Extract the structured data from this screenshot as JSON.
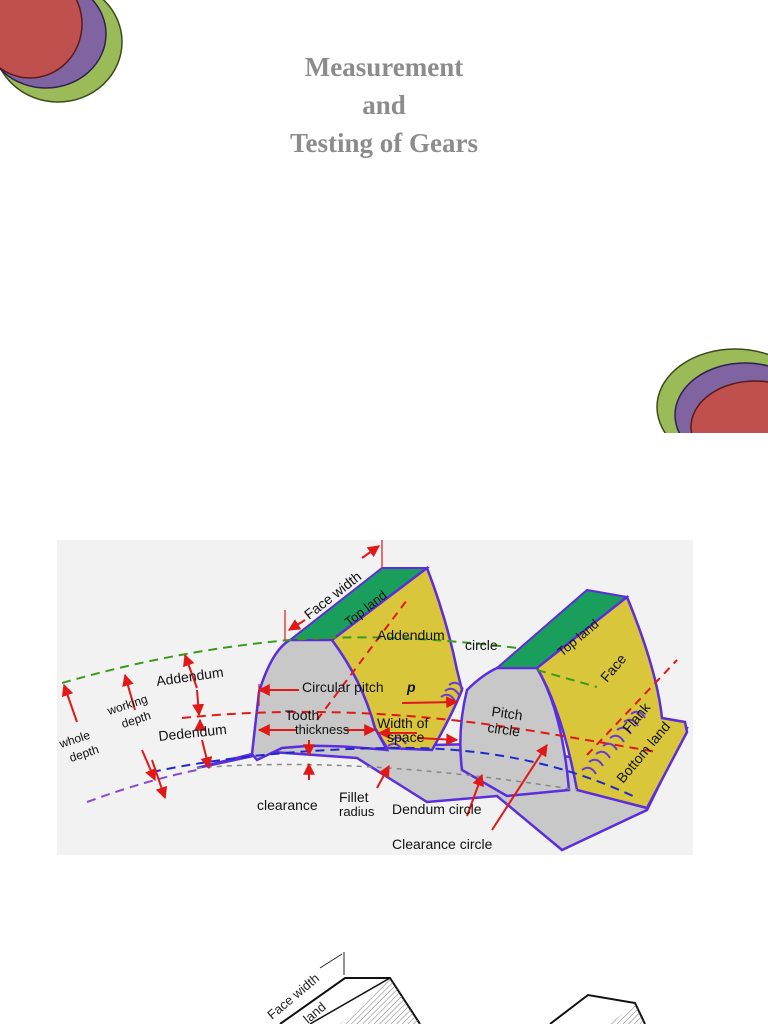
{
  "slide": {
    "title_lines": [
      "Measurement",
      "and",
      "Testing of Gears"
    ],
    "colors": {
      "title_text": "#8c8c8c",
      "deco_red": "#c0504d",
      "deco_purple": "#8064a2",
      "deco_green": "#9bbb59",
      "deco_outline": "#3a4a1f",
      "diagram_bg": "#f2f2f2",
      "tooth_face": "#d9c63a",
      "top_land": "#1a9e5c",
      "tooth_body": "#c8c8c8",
      "outline_blue": "#5b2ddc",
      "arrow_red": "#e01818"
    }
  },
  "diagram": {
    "labels": {
      "face_width": "Face width",
      "top_land_1": "Top land",
      "top_land_2": "Top land",
      "addendum_circle": "Addendum",
      "addendum_circle_suffix": "circle",
      "circular_pitch": "Circular pitch",
      "circular_pitch_symbol": "p",
      "addendum": "Addendum",
      "working": "working",
      "depth_1": "depth",
      "whole": "whole",
      "depth_2": "depth",
      "dedendum": "Dedendum",
      "tooth": "Tooth",
      "thickness": "thickness",
      "width_of": "Width of",
      "space": "space",
      "pitch": "Pitch",
      "circle": "circle",
      "face": "Face",
      "flank": "Flank",
      "bottom_land": "Bottom land",
      "clearance": "clearance",
      "fillet": "Fillet",
      "radius": "radius",
      "dendum_circle": "Dendum circle",
      "clearance_circle": "Clearance circle"
    }
  },
  "sketch": {
    "labels": {
      "face_width": "Face width",
      "land": "land"
    }
  }
}
